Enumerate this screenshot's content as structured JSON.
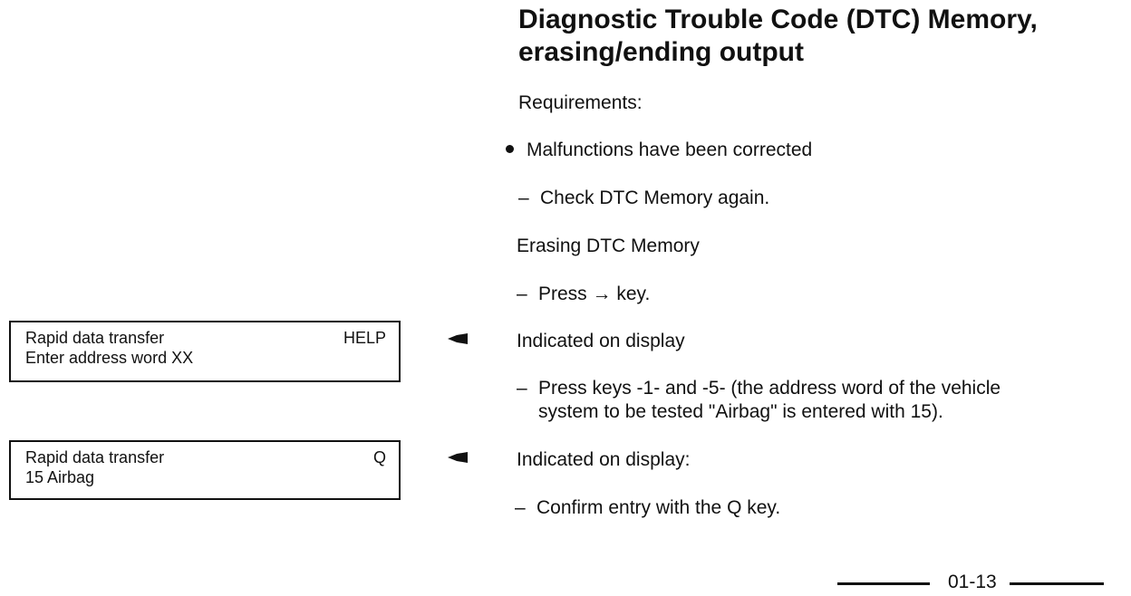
{
  "heading": {
    "line1": "Diagnostic Trouble Code (DTC) Memory,",
    "line2": "erasing/ending output"
  },
  "requirements_label": "Requirements:",
  "bullet_text": "Malfunctions have been corrected",
  "check_again": "Check DTC Memory again.",
  "erasing_label": "Erasing DTC Memory",
  "press_arrow": "Press → key.",
  "indicated_1": "Indicated on display",
  "press_keys_line1": "Press keys -1- and -5- (the address word of the vehicle",
  "press_keys_line2": "system to be tested \"Airbag\" is entered with 15).",
  "indicated_2": "Indicated on display:",
  "confirm": "Confirm entry with the Q key.",
  "dash_symbol": "–",
  "display1": {
    "line1_left": "Rapid data transfer",
    "line1_right": "HELP",
    "line2": "Enter address word XX"
  },
  "display2": {
    "line1_left": "Rapid data transfer",
    "line1_right": "Q",
    "line2": "15 Airbag"
  },
  "page_number": "01-13",
  "icons": {
    "pointer": "pointing-hand-icon",
    "bullet": "bullet-icon"
  }
}
